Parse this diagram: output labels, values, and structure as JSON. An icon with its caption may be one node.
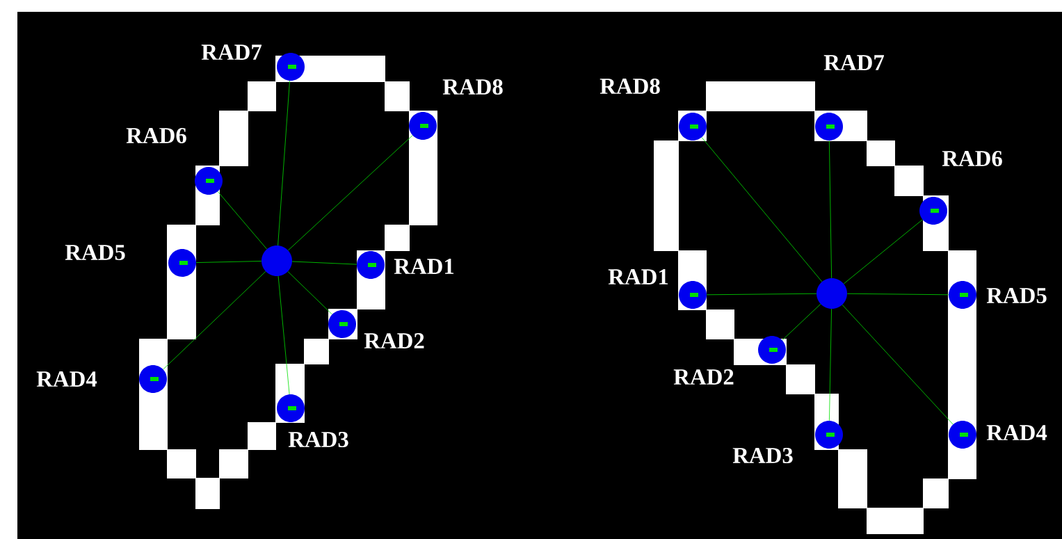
{
  "diagram": {
    "nodes": [
      {
        "text": [],
        "shape": "circle"
      },
      {
        "text": [],
        "shape": "circle",
        "beside": [
          "RAD7"
        ]
      },
      {
        "text": [],
        "shape": "circle",
        "beside": [
          "RAD8"
        ]
      },
      {
        "text": [],
        "shape": "circle",
        "beside": [
          "RAD6"
        ]
      },
      {
        "text": [],
        "shape": "circle",
        "beside": [
          "RAD5"
        ]
      },
      {
        "text": [],
        "shape": "circle",
        "beside": [
          "RAD1"
        ]
      },
      {
        "text": [],
        "shape": "circle",
        "beside": [
          "RAD2"
        ]
      },
      {
        "text": [],
        "shape": "circle",
        "beside": [
          "RAD4"
        ]
      },
      {
        "text": [],
        "shape": "circle",
        "beside": [
          "RAD3"
        ]
      },
      {
        "text": [],
        "shape": "circle"
      },
      {
        "text": [],
        "shape": "circle",
        "beside": [
          "RAD8"
        ]
      },
      {
        "text": [],
        "shape": "circle",
        "beside": [
          "RAD7"
        ]
      },
      {
        "text": [],
        "shape": "circle",
        "beside": [
          "RAD6"
        ]
      },
      {
        "text": [],
        "shape": "circle",
        "beside": [
          "RAD1"
        ]
      },
      {
        "text": [],
        "shape": "circle",
        "beside": [
          "RAD5"
        ]
      },
      {
        "text": [],
        "shape": "circle",
        "beside": [
          "RAD2"
        ]
      },
      {
        "text": [],
        "shape": "circle",
        "beside": [
          "RAD3"
        ]
      },
      {
        "text": [],
        "shape": "circle",
        "beside": [
          "RAD4"
        ]
      }
    ],
    "edges": [
      {
        "from": 0,
        "to": 1,
        "arrow": "none"
      },
      {
        "from": 0,
        "to": 2,
        "arrow": "none"
      },
      {
        "from": 0,
        "to": 3,
        "arrow": "none"
      },
      {
        "from": 0,
        "to": 4,
        "arrow": "none"
      },
      {
        "from": 0,
        "to": 5,
        "arrow": "none"
      },
      {
        "from": 0,
        "to": 6,
        "arrow": "none"
      },
      {
        "from": 0,
        "to": 7,
        "arrow": "none"
      },
      {
        "from": 0,
        "to": 8,
        "arrow": "none"
      },
      {
        "from": 9,
        "to": 10,
        "arrow": "none"
      },
      {
        "from": 9,
        "to": 11,
        "arrow": "none"
      },
      {
        "from": 9,
        "to": 12,
        "arrow": "none"
      },
      {
        "from": 9,
        "to": 13,
        "arrow": "none"
      },
      {
        "from": 9,
        "to": 14,
        "arrow": "none"
      },
      {
        "from": 9,
        "to": 15,
        "arrow": "none"
      },
      {
        "from": 9,
        "to": 16,
        "arrow": "none"
      },
      {
        "from": 9,
        "to": 17,
        "arrow": "none"
      }
    ]
  }
}
